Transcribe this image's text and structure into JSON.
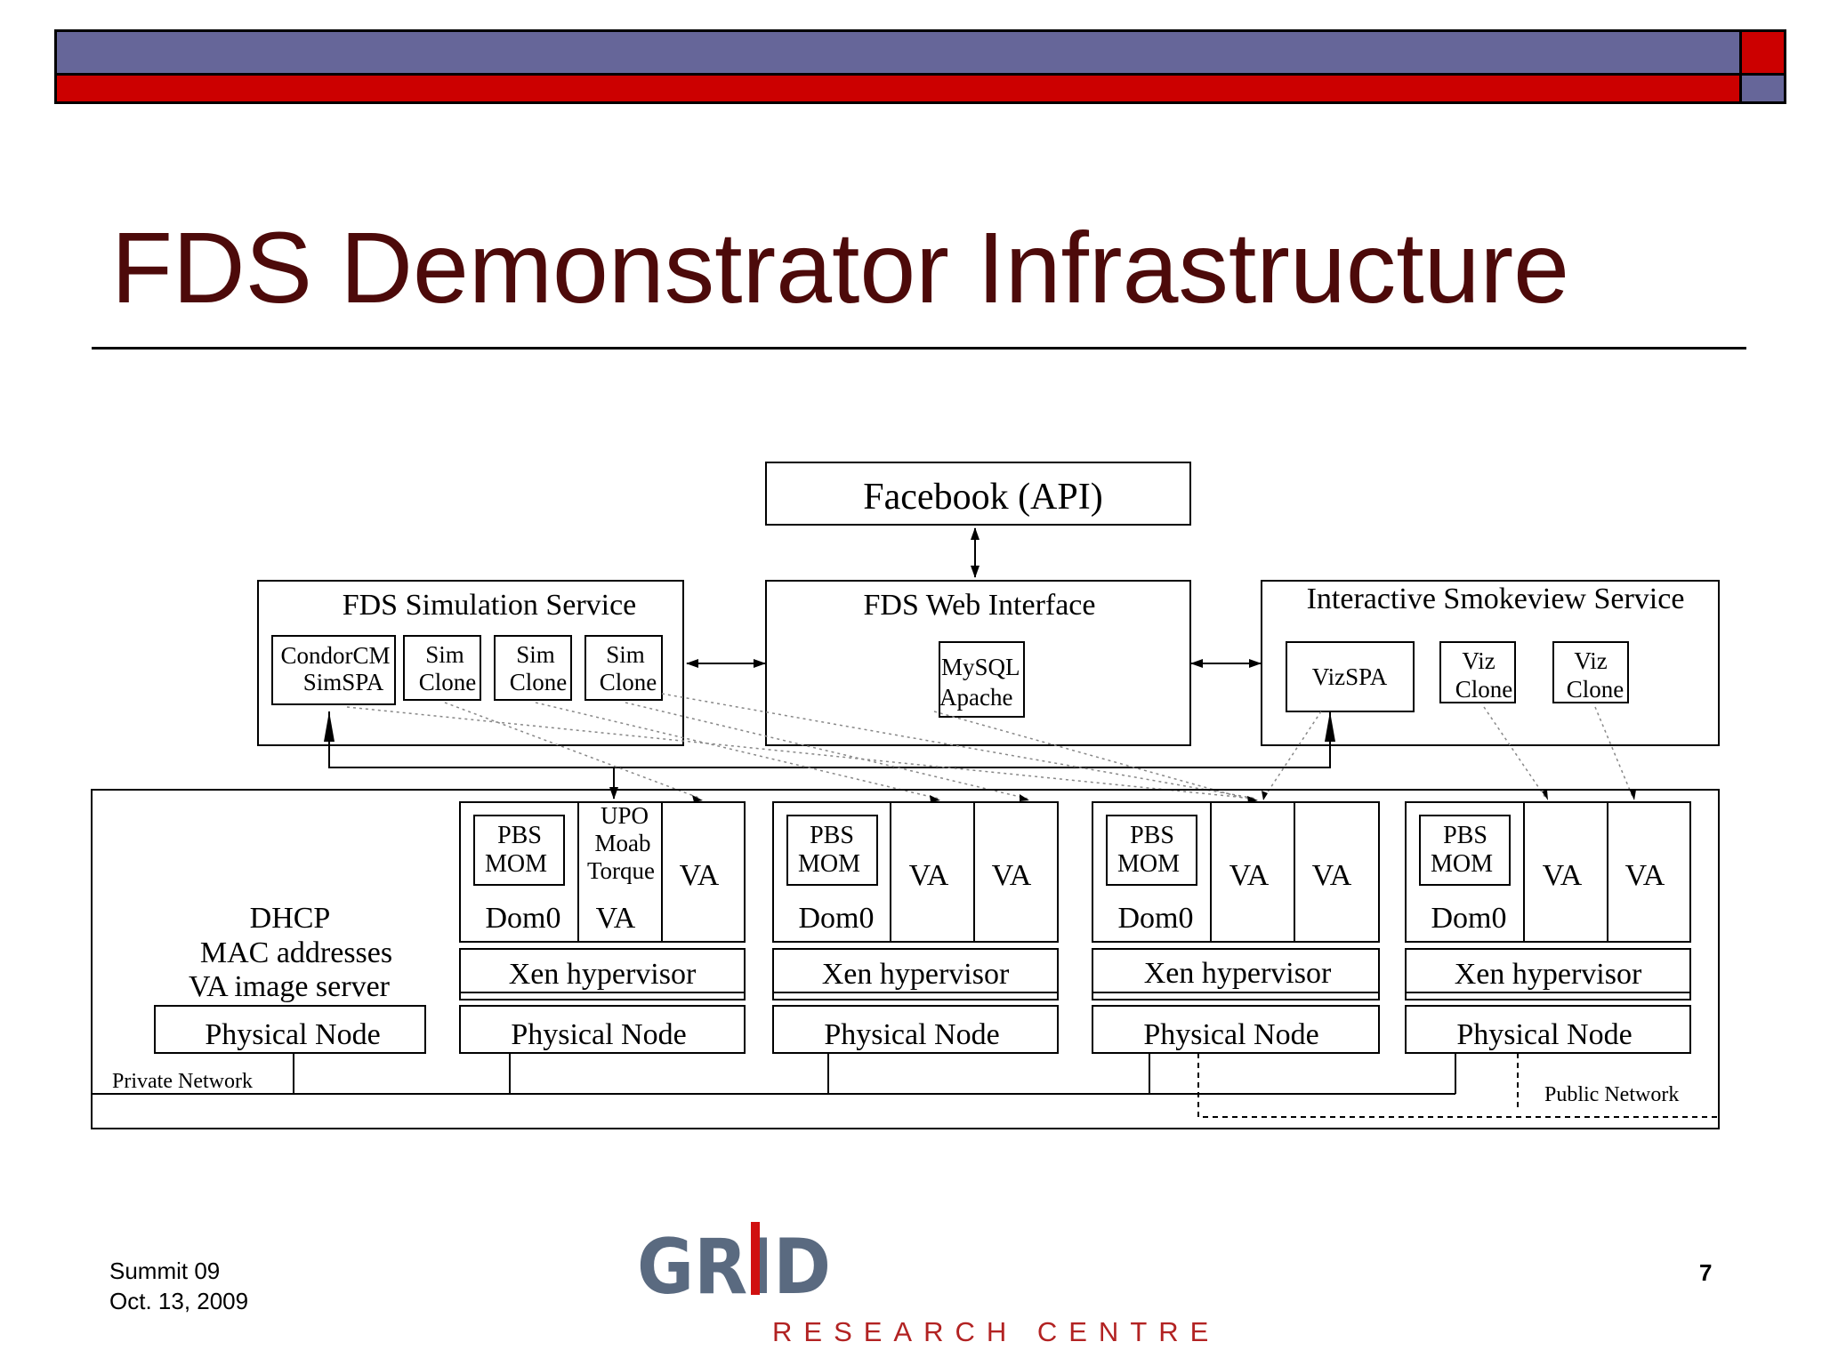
{
  "slide": {
    "title": "FDS Demonstrator Infrastructure",
    "footer_event": "Summit 09",
    "footer_date": "Oct. 13, 2009",
    "page_number": "7"
  },
  "logo": {
    "grid": "GRID",
    "subtitle": "RESEARCH CENTRE"
  },
  "diagram": {
    "facebook": "Facebook (API)",
    "simulation_service": {
      "title": "FDS Simulation Service",
      "condor_1": "CondorCM",
      "condor_2": "SimSPA",
      "clones": [
        {
          "l1": "Sim",
          "l2": "Clone"
        },
        {
          "l1": "Sim",
          "l2": "Clone"
        },
        {
          "l1": "Sim",
          "l2": "Clone"
        }
      ]
    },
    "web_interface": {
      "title": "FDS Web Interface",
      "mysql": "MySQL",
      "apache": "Apache"
    },
    "smokeview_service": {
      "title": "Interactive Smokeview Service",
      "vizspa": "VizSPA",
      "clones": [
        {
          "l1": "Viz",
          "l2": "Clone"
        },
        {
          "l1": "Viz",
          "l2": "Clone"
        }
      ]
    },
    "dhcp": {
      "line1": "DHCP",
      "line2": "MAC addresses",
      "line3": "VA image server",
      "physical_node": "Physical Node"
    },
    "nodes": [
      {
        "pbs1": "PBS",
        "pbs2": "MOM",
        "dom0": "Dom0",
        "upo1": "UPO",
        "upo2": "Moab",
        "upo3": "Torque",
        "upo_va": "VA",
        "va_a": "VA",
        "xen": "Xen hypervisor",
        "physical": "Physical Node"
      },
      {
        "pbs1": "PBS",
        "pbs2": "MOM",
        "dom0": "Dom0",
        "va_a": "VA",
        "va_b": "VA",
        "xen": "Xen hypervisor",
        "physical": "Physical Node"
      },
      {
        "pbs1": "PBS",
        "pbs2": "MOM",
        "dom0": "Dom0",
        "va_a": "VA",
        "va_b": "VA",
        "xen": "Xen hypervisor",
        "physical": "Physical Node"
      },
      {
        "pbs1": "PBS",
        "pbs2": "MOM",
        "dom0": "Dom0",
        "va_a": "VA",
        "va_b": "VA",
        "xen": "Xen hypervisor",
        "physical": "Physical Node"
      }
    ],
    "private_network": "Private Network",
    "public_network": "Public Network"
  }
}
